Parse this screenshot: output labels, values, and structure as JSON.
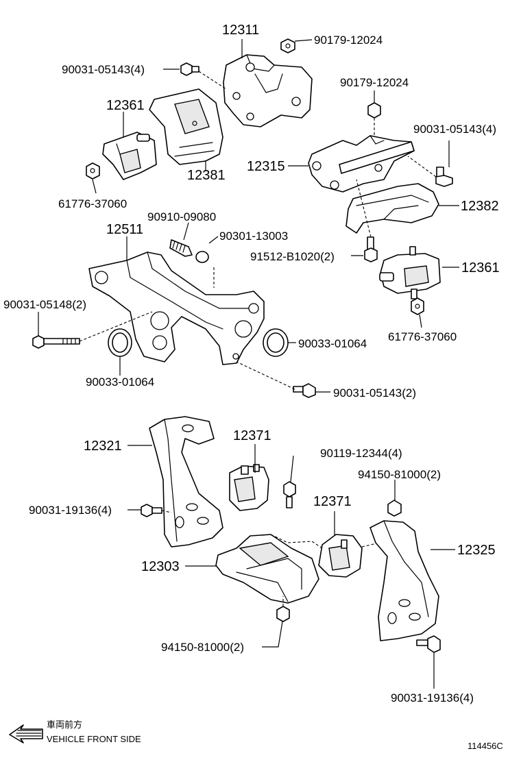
{
  "labels": {
    "p12311": "12311",
    "p12311_nut": "90179-12024",
    "p12311_bolt": "90031-05143(4)",
    "p12361_top": "12361",
    "p12381": "12381",
    "p61776_top": "61776-37060",
    "p12315_nut": "90179-12024",
    "p12315_bolt": "90031-05143(4)",
    "p12315": "12315",
    "p12382": "12382",
    "p91512": "91512-B1020(2)",
    "p12361_right": "12361",
    "p61776_right": "61776-37060",
    "p90910": "90910-09080",
    "p90301": "90301-13003",
    "p12511": "12511",
    "p90031_05148": "90031-05148(2)",
    "p90033_right": "90033-01064",
    "p90033_left": "90033-01064",
    "p90031_05143_2": "90031-05143(2)",
    "p12321": "12321",
    "p12371_a": "12371",
    "p90119": "90119-12344(4)",
    "p94150_top": "94150-81000(2)",
    "p90031_19136_left": "90031-19136(4)",
    "p12371_b": "12371",
    "p12325": "12325",
    "p12303": "12303",
    "p94150_bottom": "94150-81000(2)",
    "p90031_19136_right": "90031-19136(4)"
  },
  "footer": {
    "direction_jp": "車両前方",
    "direction_en": "VEHICLE FRONT SIDE",
    "figure_id": "114456C"
  }
}
